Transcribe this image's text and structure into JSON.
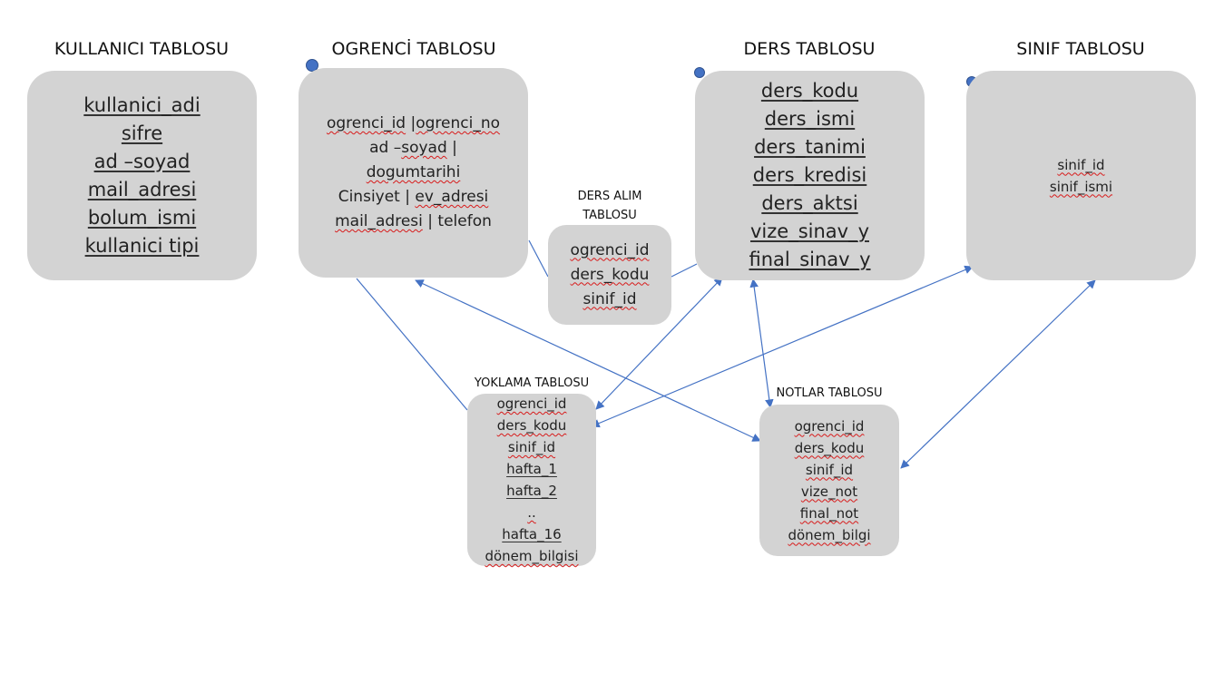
{
  "tables": {
    "kullanici": {
      "title": "KULLANICI TABLOSU",
      "fields": [
        "kullanici_adi",
        "sifre",
        "ad –soyad",
        "mail_adresi",
        "bolum_ismi",
        "kullanici tipi"
      ]
    },
    "ogrenci": {
      "title": "OGRENCİ TABLOSU",
      "lines": [
        [
          "ogrenci_id",
          " |",
          "ogrenci_no"
        ],
        [
          "ad –",
          "soyad",
          " |"
        ],
        [
          "dogumtarihi"
        ],
        [
          "Cinsiyet | ",
          "ev_adresi"
        ],
        [
          "mail_adresi",
          " | telefon"
        ]
      ]
    },
    "ders_alim": {
      "title_line1": "DERS ALIM",
      "title_line2": "TABLOSU",
      "fields": [
        "ogrenci_id",
        "ders_kodu",
        "sinif_id"
      ]
    },
    "ders": {
      "title": "DERS TABLOSU",
      "fields": [
        "ders_kodu",
        "ders_ismi",
        "ders_tanimi",
        "ders_kredisi",
        "ders_aktsi",
        "vize_sinav_y",
        "final_sinav_y"
      ]
    },
    "sinif": {
      "title": "SINIF TABLOSU",
      "fields": [
        "sinif_id",
        "sinif_ismi"
      ]
    },
    "yoklama": {
      "title": "YOKLAMA TABLOSU",
      "fields": [
        "ogrenci_id",
        "ders_kodu",
        "sinif_id",
        "hafta_1",
        "hafta_2",
        "..",
        "hafta_16",
        "dönem_bilgisi"
      ]
    },
    "notlar": {
      "title": "NOTLAR TABLOSU",
      "fields": [
        "ogrenci_id",
        "ders_kodu",
        "sinif_id",
        "vize_not",
        "final_not",
        "dönem_bilgi"
      ]
    }
  },
  "colors": {
    "box_fill": "#d3d3d3",
    "connector": "#4472c4",
    "spellcheck_underline": "#d81b1b"
  }
}
